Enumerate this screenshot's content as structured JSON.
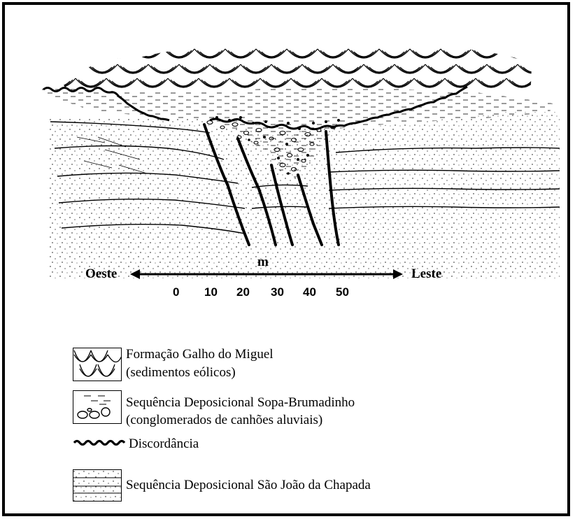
{
  "scale": {
    "west_label": "Oeste",
    "east_label": "Leste",
    "unit": "m",
    "ticks": [
      "0",
      "10",
      "20",
      "30",
      "40",
      "50"
    ]
  },
  "legend": [
    {
      "key": "galho-do-miguel",
      "pattern": "arcs",
      "line1": "Formação Galho do Miguel",
      "line2": "(sedimentos eólicos)"
    },
    {
      "key": "sopa-brumadinho",
      "pattern": "pebbles-dashes",
      "line1": "Sequência Deposicional Sopa-Brumadinho",
      "line2": "(conglomerados de canhões aluviais)"
    },
    {
      "key": "discordancia",
      "pattern": "wavy-line",
      "line1": "Discordância"
    },
    {
      "key": "sao-joao-da-chapada",
      "pattern": "stippled-layers",
      "line1": "Sequência Deposicional São João da Chapada"
    }
  ],
  "colors": {
    "ink": "#000000",
    "background": "#ffffff"
  }
}
